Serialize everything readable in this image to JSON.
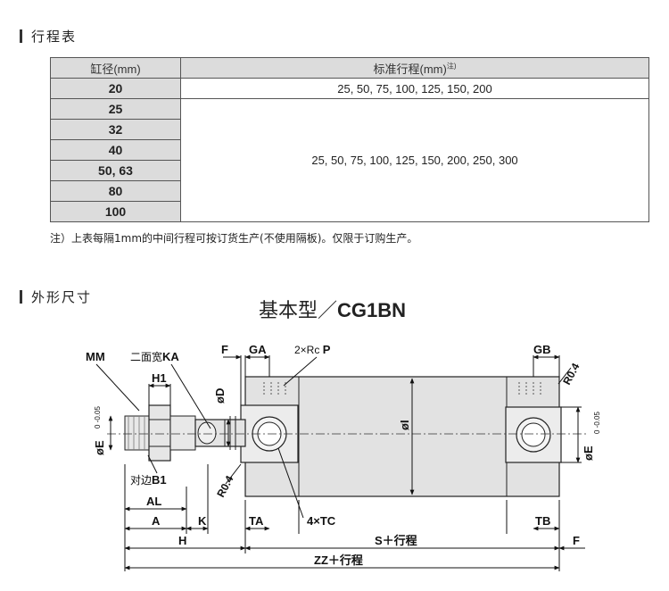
{
  "sections": {
    "stroke_table_title": "行程表",
    "dimensions_title": "外形尺寸"
  },
  "stroke_table": {
    "header_bore": "缸径(mm)",
    "header_stroke": "标准行程(mm)",
    "header_note": "注)",
    "rows": [
      {
        "bore": "20",
        "strokes": "25, 50, 75, 100, 125, 150, 200"
      },
      {
        "bore": "25",
        "strokes": "25, 50, 75, 100, 125, 150, 200, 250, 300"
      },
      {
        "bore": "32"
      },
      {
        "bore": "40"
      },
      {
        "bore": "50, 63"
      },
      {
        "bore": "80"
      },
      {
        "bore": "100"
      }
    ],
    "note": "注）上表每隔1mm的中间行程可按订货生产(不使用隔板)。仅限于订购生产。"
  },
  "drawing": {
    "title_prefix": "基本型／",
    "title_model": "CG1BN",
    "labels": {
      "mm": "MM",
      "ka_prefix": "二面宽",
      "ka": "KA",
      "f_top": "F",
      "ga": "GA",
      "rc_prefix": "2×Rc ",
      "rc": "P",
      "gb": "GB",
      "r04_right": "R0.4",
      "h1": "H1",
      "od": "øD",
      "oe_left": "øE",
      "oe_left_tol": "0 -0.05",
      "oe_right": "øE",
      "oe_right_tol": "0 -0.05",
      "oi": "øI",
      "b1_prefix": "对边",
      "b1": "B1",
      "r04_left": "R0.4",
      "al": "AL",
      "a": "A",
      "k": "K",
      "ta": "TA",
      "tc": "4×TC",
      "tb": "TB",
      "h": "H",
      "s": "S＋行程",
      "f_bottom": "F",
      "zz": "ZZ＋行程"
    }
  }
}
